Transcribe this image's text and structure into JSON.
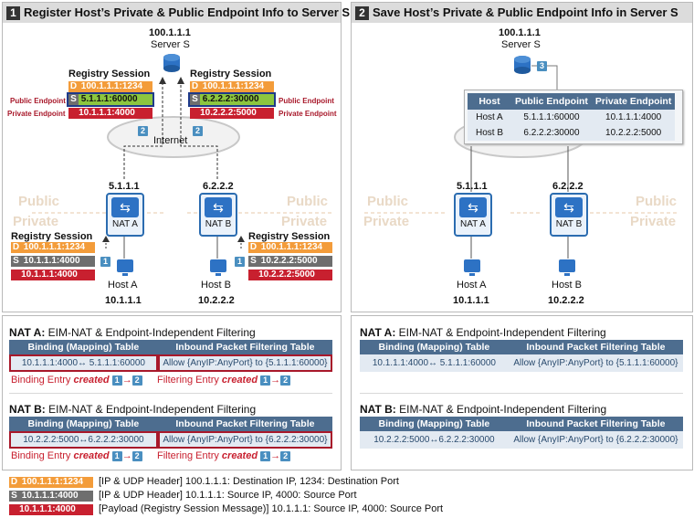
{
  "panel1": {
    "num": "1",
    "title": "Register Host’s Private & Public Endpoint Info to Server S"
  },
  "panel2": {
    "num": "2",
    "title": "Save Host’s Private & Public Endpoint Info in Server S"
  },
  "server": {
    "ip": "100.1.1.1",
    "name": "Server S"
  },
  "internet": "Internet",
  "public": "Public",
  "private": "Private",
  "natA": {
    "ip": "5.1.1.1",
    "label": "NAT A"
  },
  "natB": {
    "ip": "6.2.2.2",
    "label": "NAT B"
  },
  "hostA": {
    "label": "Host A",
    "ip": "10.1.1.1"
  },
  "hostB": {
    "label": "Host B",
    "ip": "10.2.2.2"
  },
  "reg": "Registry Session",
  "pkt": {
    "d": "D",
    "s": "S",
    "dst": "100.1.1.1:1234",
    "a_pub": "5.1.1.1:60000",
    "a_priv": "10.1.1.1:4000",
    "b_pub": "6.2.2.2:30000",
    "b_priv": "10.2.2.2:5000"
  },
  "pubEp": "Public Endpoint",
  "privEp": "Private Endpoint",
  "steps": {
    "s1": "1",
    "s2": "2",
    "s3": "3"
  },
  "hostTable": {
    "headers": [
      "Host",
      "Public Endpoint",
      "Private Endpoint"
    ],
    "rows": [
      [
        "Host A",
        "5.1.1.1:60000",
        "10.1.1.1:4000"
      ],
      [
        "Host B",
        "6.2.2.2:30000",
        "10.2.2.2:5000"
      ]
    ]
  },
  "natSecA": {
    "bold": "NAT A:",
    "rest": " EIM-NAT & Endpoint-Independent Filtering"
  },
  "natSecB": {
    "bold": "NAT B:",
    "rest": " EIM-NAT & Endpoint-Independent Filtering"
  },
  "natTable": {
    "h1": "Binding (Mapping) Table",
    "h2": "Inbound Packet Filtering Table",
    "a1": "10.1.1.1:4000↔ 5.1.1.1:60000",
    "a2": "Allow {AnyIP:AnyPort} to {5.1.1.1:60000}",
    "b1": "10.2.2.2:5000↔6.2.2.2:30000",
    "b2": "Allow {AnyIP:AnyPort} to {6.2.2.2:30000}"
  },
  "created": {
    "binding": "Binding Entry ",
    "filtering": "Filtering Entry ",
    "word": "created",
    "arrow": "→"
  },
  "legend": {
    "l1": "[IP & UDP Header] 100.1.1.1: Destination IP, 1234: Destination Port",
    "l2": "[IP & UDP Header] 10.1.1.1: Source IP, 4000: Source Port",
    "l3": "[Payload (Registry Session Message)] 10.1.1.1: Source IP, 4000: Source Port",
    "p1": "100.1.1.1:1234",
    "p2": "10.1.1.1:4000",
    "p3": "10.1.1.1:4000"
  }
}
